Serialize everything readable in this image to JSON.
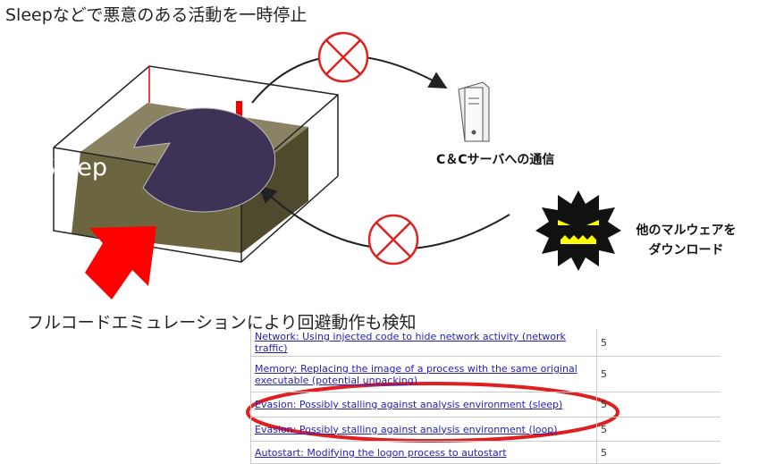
{
  "title": "Sleepなどで悪意のある活動を一時停止",
  "caption": "フルコードエミュレーションにより回避動作も検知",
  "bubble": "Sleep",
  "cc_label": "C＆Cサーバへの通信",
  "download_label": [
    "他のマルウェアを",
    "ダウンロード"
  ],
  "table_rows": [
    {
      "label": "Network: Using injected code to hide network activity (network traffic)",
      "value": "5"
    },
    {
      "label": "Memory: Replacing the image of a process with the same original executable (potential unpacking)",
      "value": "5"
    },
    {
      "label": "Evasion: Possibly stalling against analysis environment (sleep)",
      "value": "5"
    },
    {
      "label": "Evasion: Possibly stalling against analysis environment (loop)",
      "value": "5"
    },
    {
      "label": "Autostart: Modifying the logon process to autostart",
      "value": "5"
    }
  ],
  "colors": {
    "red": "#ee1111",
    "olive": "#6b6540",
    "bubble": "#3e3256",
    "link": "#2222bb"
  }
}
